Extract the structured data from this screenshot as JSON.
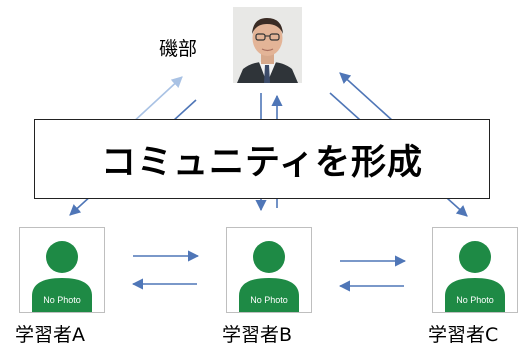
{
  "top_person": {
    "name": "磯部",
    "photo_icon": "portrait-photo"
  },
  "banner": {
    "text": "コミュニティを形成"
  },
  "learners": [
    {
      "label": "学習者A",
      "placeholder_text": "No Photo"
    },
    {
      "label": "学習者B",
      "placeholder_text": "No Photo"
    },
    {
      "label": "学習者C",
      "placeholder_text": "No Photo"
    }
  ],
  "colors": {
    "arrow_dark": "#4f76b7",
    "arrow_light": "#a9c2e4",
    "avatar_green": "#1e8a45",
    "banner_border": "#222222"
  }
}
